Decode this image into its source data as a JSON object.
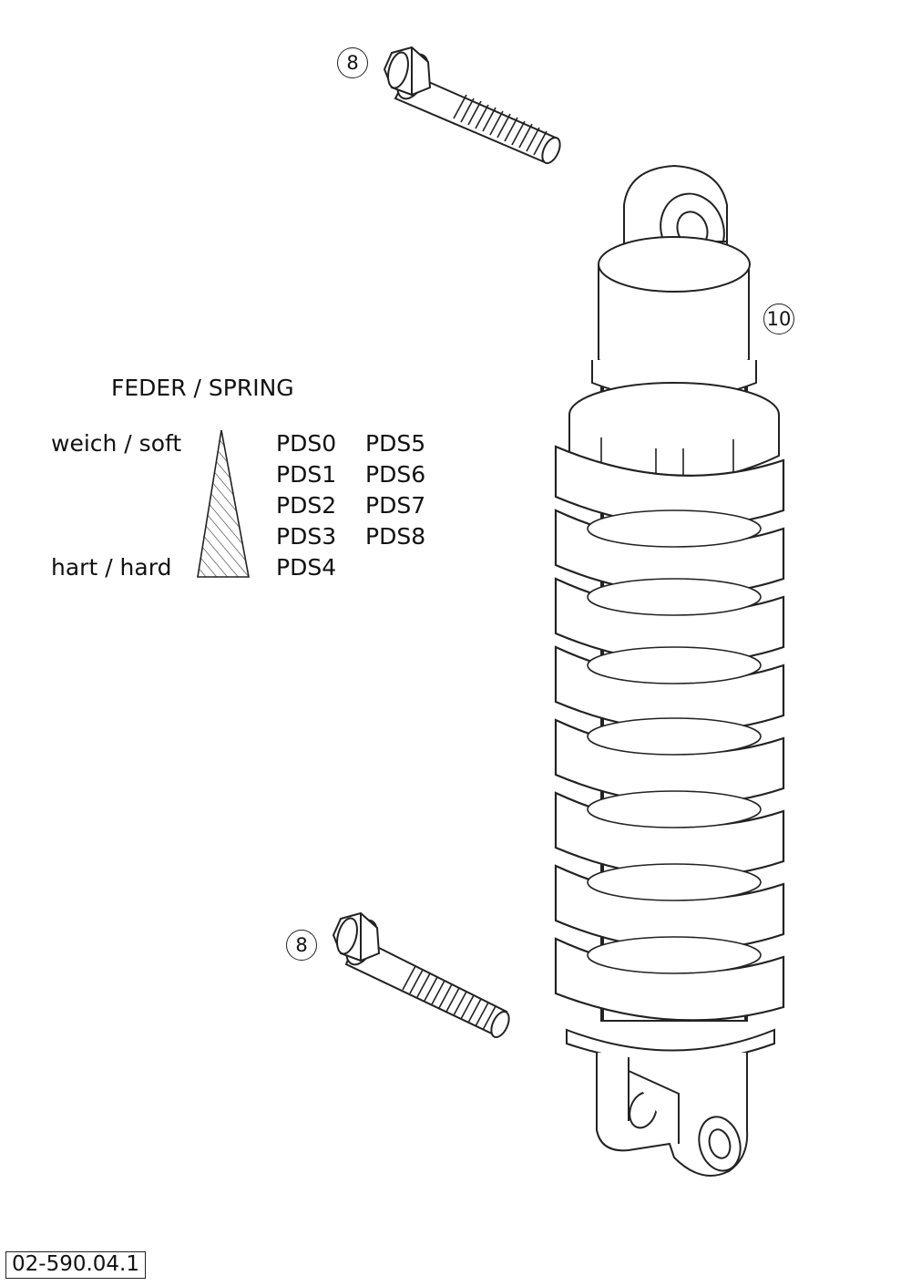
{
  "legend": {
    "title": "FEDER / SPRING",
    "soft_label": "weich / soft",
    "hard_label": "hart / hard",
    "spring_codes_col1": [
      "PDS0",
      "PDS1",
      "PDS2",
      "PDS3",
      "PDS4"
    ],
    "spring_codes_col2": [
      "PDS5",
      "PDS6",
      "PDS7",
      "PDS8"
    ]
  },
  "callouts": {
    "bolt_top": "8",
    "bolt_bottom": "8",
    "shock_absorber": "10"
  },
  "document_number": "02-590.04.1"
}
